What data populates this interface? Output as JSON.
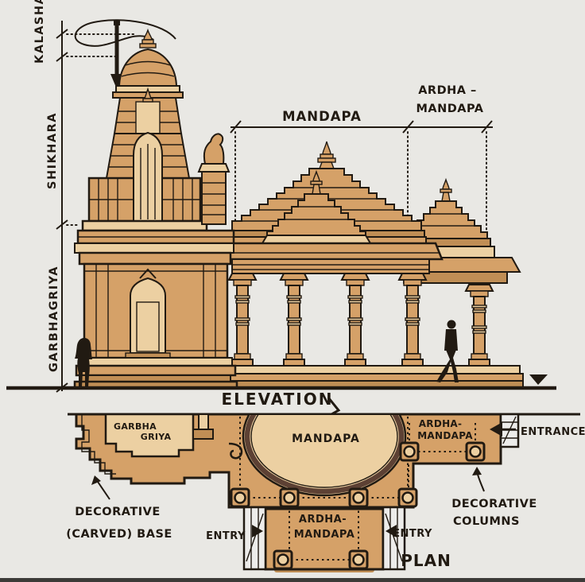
{
  "colors": {
    "bg": "#e9e8e4",
    "ink": "#211a12",
    "tan": "#d5a168",
    "tanlight": "#ecd0a2",
    "tanmid": "#c08e55",
    "ring": "#5d4134",
    "stair": "#edecea",
    "edge": "#3c3b38"
  },
  "elevation": {
    "title": "ELEVATION",
    "dims": {
      "kalasha": "KALASHA",
      "shikhara": "SHIKHARA",
      "garbhagriya": "GARBHAGRIYA",
      "mandapa": "MANDAPA",
      "ardha_line1": "ARDHA –",
      "ardha_line2": "MANDAPA"
    }
  },
  "plan": {
    "title": "PLAN",
    "rooms": {
      "garbha_line1": "GARBHA",
      "garbha_line2": "GRIYA",
      "mandapa": "MANDAPA",
      "ardha_right_line1": "ARDHA-",
      "ardha_right_line2": "MANDAPA",
      "ardha_bottom_line1": "ARDHA-",
      "ardha_bottom_line2": "MANDAPA"
    },
    "annotations": {
      "entrance": "ENTRANCE",
      "entry_left": "ENTRY",
      "entry_right": "ENTRY",
      "decorative_base_line1": "DECORATIVE",
      "decorative_base_line2": "(CARVED) BASE",
      "decorative_columns_line1": "DECORATIVE",
      "decorative_columns_line2": "COLUMNS"
    }
  }
}
